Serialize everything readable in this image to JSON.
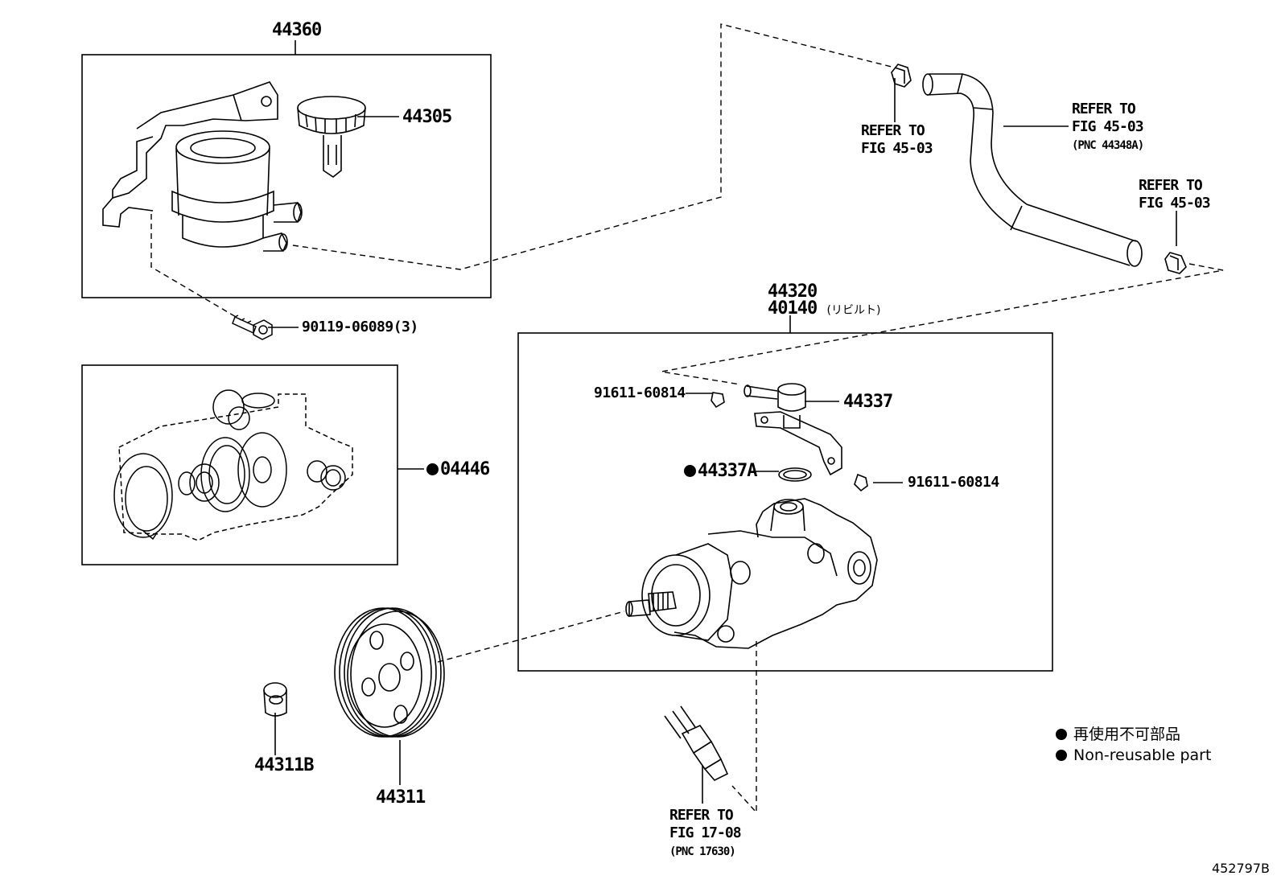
{
  "parts": {
    "p44360": "44360",
    "p44305": "44305",
    "p90119": "90119-06089(3)",
    "p04446": "04446",
    "p44320": "44320",
    "p40140": "40140",
    "p40140_note": "(リビルト)",
    "p91611_a": "91611-60814",
    "p91611_b": "91611-60814",
    "p44337": "44337",
    "p44337A": "44337A",
    "p44311B": "44311B",
    "p44311": "44311"
  },
  "refs": {
    "clamp_top": "REFER TO\nFIG 45-03",
    "hose_line1": "REFER TO",
    "hose_line2": "FIG 45-03",
    "hose_pnc": "(PNC 44348A)",
    "clamp_right": "REFER TO\nFIG 45-03",
    "sensor_line1": "REFER TO",
    "sensor_line2": "FIG 17-08",
    "sensor_pnc": "(PNC 17630)"
  },
  "legend": {
    "jp": "再使用不可部品",
    "en": "Non-reusable part"
  },
  "figure_number": "452797B"
}
